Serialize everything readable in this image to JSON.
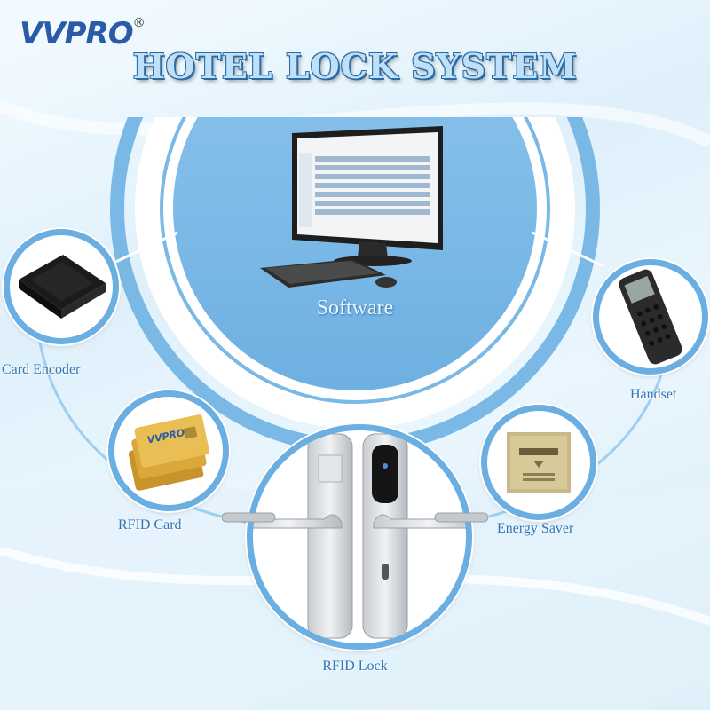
{
  "brand": {
    "logo_text_a": "VVPRO",
    "logo_reg": "®"
  },
  "title": "HOTEL LOCK SYSTEM",
  "nodes": {
    "software": "Software",
    "card_encoder": "Card Encoder",
    "handset": "Handset",
    "rfid_card": "RFID Card",
    "energy_saver": "Energy Saver",
    "rfid_lock": "RFID Lock"
  },
  "colors": {
    "ring": "#6aaee2",
    "label": "#2f75b5",
    "panel": "#7db8e6",
    "brand_blue": "#2a5aa8",
    "brand_orange": "#e0902a"
  }
}
